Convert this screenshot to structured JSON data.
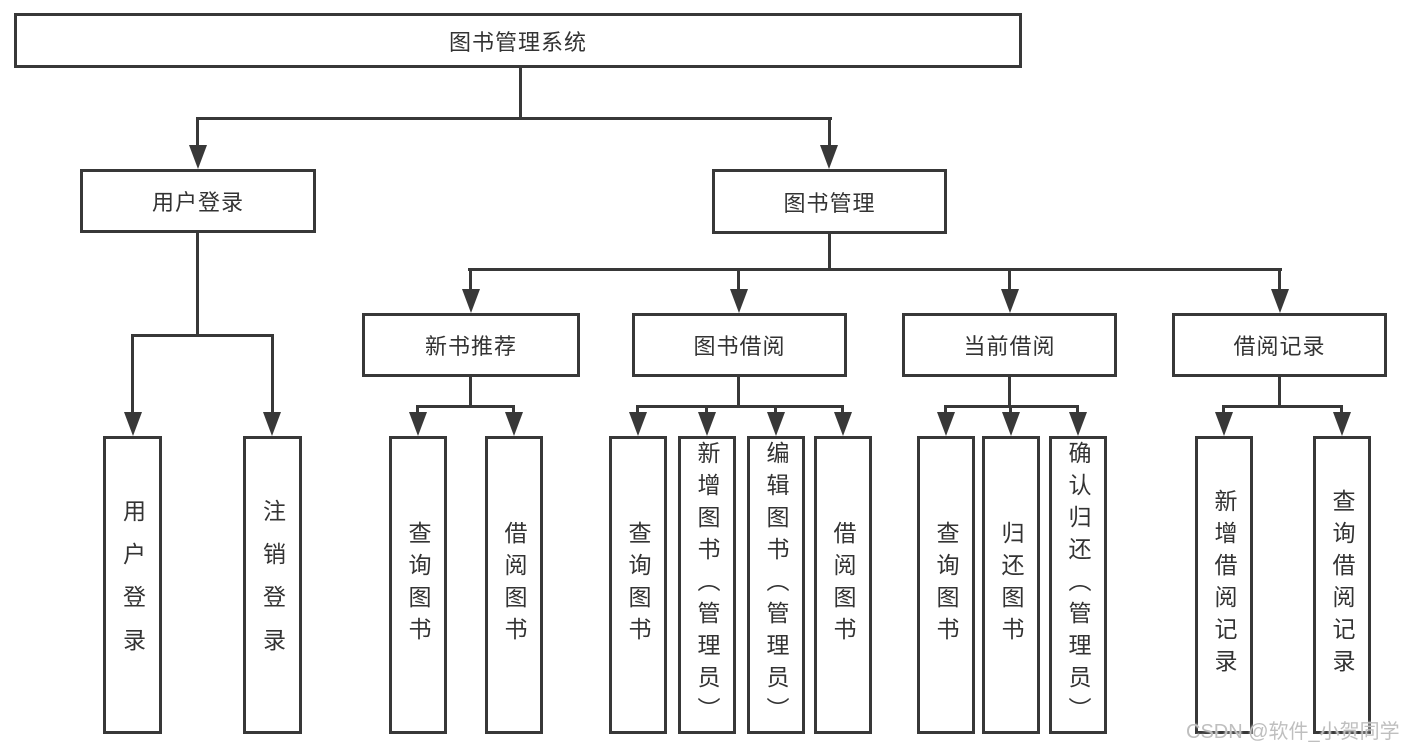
{
  "diagram": {
    "root": "图书管理系统",
    "branches": {
      "user_login": "用户登录",
      "book_management": "图书管理"
    },
    "book_management_children": {
      "new_book_recommend": "新书推荐",
      "book_borrow": "图书借阅",
      "current_borrow": "当前借阅",
      "borrow_records": "借阅记录"
    },
    "leaves": {
      "user_login": [
        "用户登录",
        "注销登录"
      ],
      "new_book_recommend": [
        "查询图书",
        "借阅图书"
      ],
      "book_borrow": [
        "查询图书",
        "新增图书（管理员）",
        "编辑图书（管理员）",
        "借阅图书"
      ],
      "current_borrow": [
        "查询图书",
        "归还图书",
        "确认归还（管理员）"
      ],
      "borrow_records": [
        "新增借阅记录",
        "查询借阅记录"
      ]
    }
  },
  "watermark": "CSDN @软件_小贺同学",
  "colors": {
    "line": "#383838",
    "box_border": "#383838",
    "text": "#333333",
    "watermark_text": "#bfbfbf",
    "background": "#ffffff"
  }
}
